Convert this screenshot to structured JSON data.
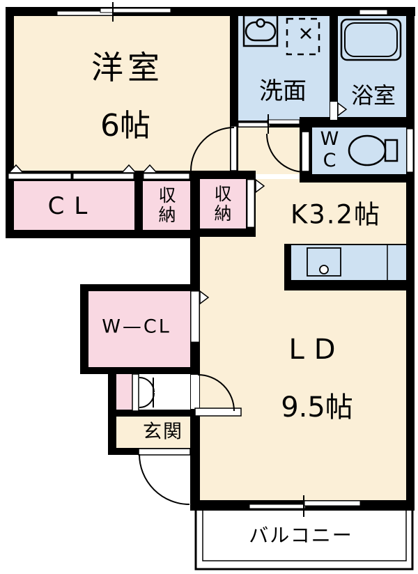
{
  "floorplan": {
    "colors": {
      "background": "#ffffff",
      "room_cream": "#FBEFD7",
      "closet_pink": "#F9D8E2",
      "water_blue": "#CEE1F2",
      "wall_black": "#000000"
    },
    "rooms": {
      "western_room": {
        "name": "洋室",
        "size": "6帖"
      },
      "washroom": {
        "name": "洗面"
      },
      "bathroom": {
        "name": "浴室"
      },
      "toilet": {
        "line1": "W",
        "line2": "C"
      },
      "closet": {
        "name": "CL"
      },
      "storage_1": {
        "name": "収納"
      },
      "storage_2": {
        "name": "収納"
      },
      "kitchen": {
        "name": "K3.2帖"
      },
      "walk_in_closet": {
        "name": "W—CL"
      },
      "living_dining": {
        "name": "LD",
        "size": "9.5帖"
      },
      "entrance": {
        "name": "玄関"
      },
      "balcony": {
        "name": "バルコニー"
      }
    }
  }
}
